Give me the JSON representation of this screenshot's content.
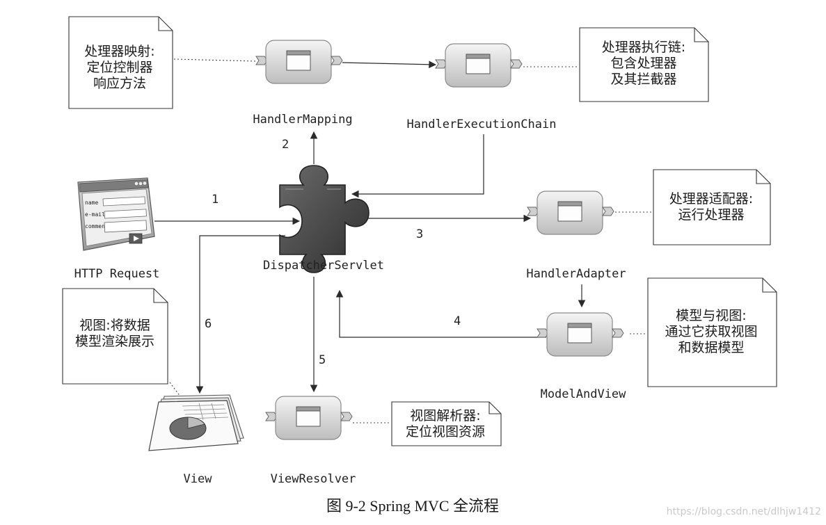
{
  "nodes": {
    "handler_mapping": "HandlerMapping",
    "handler_execution_chain": "HandlerExecutionChain",
    "http_request": "HTTP Request",
    "dispatcher_servlet": "DispatcherServlet",
    "handler_adapter": "HandlerAdapter",
    "model_and_view": "ModelAndView",
    "view": "View",
    "view_resolver": "ViewResolver"
  },
  "form": {
    "name_label": "name",
    "email_label": "e-mail",
    "comments_label": "comments"
  },
  "notes": {
    "mapping": [
      "处理器映射:",
      "定位控制器",
      "响应方法"
    ],
    "chain": [
      "处理器执行链:",
      "包含处理器",
      "及其拦截器"
    ],
    "adapter": [
      "处理器适配器:",
      "运行处理器"
    ],
    "mav": [
      "模型与视图:",
      "通过它获取视图",
      "和数据模型"
    ],
    "view": [
      "视图:将数据",
      "模型渲染展示"
    ],
    "resolver": [
      "视图解析器:",
      "定位视图资源"
    ]
  },
  "steps": {
    "s1": "1",
    "s2": "2",
    "s3": "3",
    "s4": "4",
    "s5": "5",
    "s6": "6"
  },
  "caption": "图 9-2 Spring MVC 全流程",
  "watermark": "https://blog.csdn.net/dlhjw1412"
}
